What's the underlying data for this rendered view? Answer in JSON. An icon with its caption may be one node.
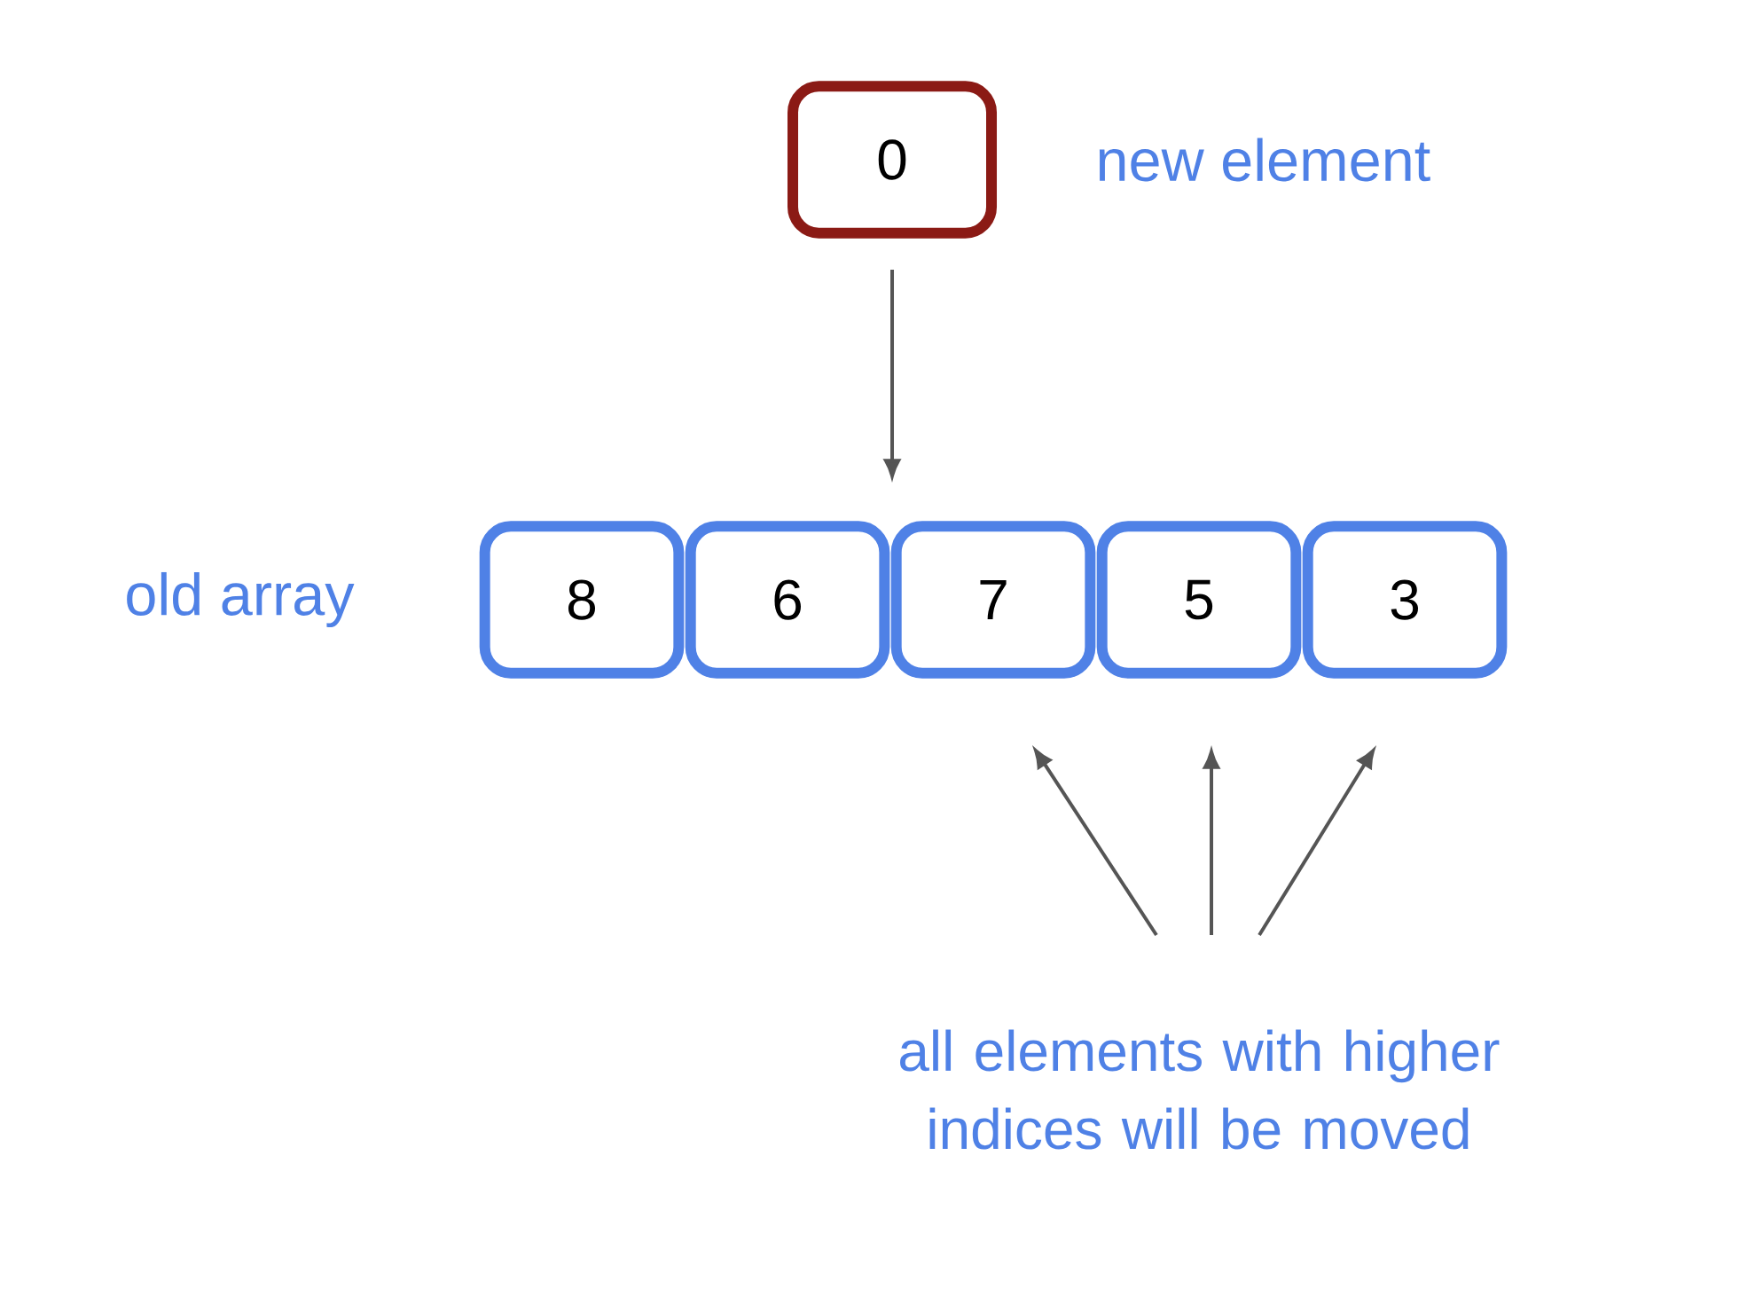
{
  "diagram": {
    "nodes": [
      {
        "text": [
          "0"
        ],
        "beside": [
          "new element"
        ]
      },
      {
        "text": [
          "8"
        ]
      },
      {
        "text": [
          "6"
        ]
      },
      {
        "text": [
          "7"
        ]
      },
      {
        "text": [
          "5"
        ]
      },
      {
        "text": [
          "3"
        ]
      },
      {
        "text": [
          "all elements with higher indices will be moved"
        ]
      }
    ],
    "edges": [
      {
        "from": 0,
        "to": null,
        "arrow": "to"
      },
      {
        "from": 6,
        "to": 3,
        "arrow": "to"
      },
      {
        "from": 6,
        "to": 4,
        "arrow": "to"
      },
      {
        "from": 6,
        "to": 5,
        "arrow": "to"
      }
    ],
    "labels": [
      "old array"
    ]
  }
}
